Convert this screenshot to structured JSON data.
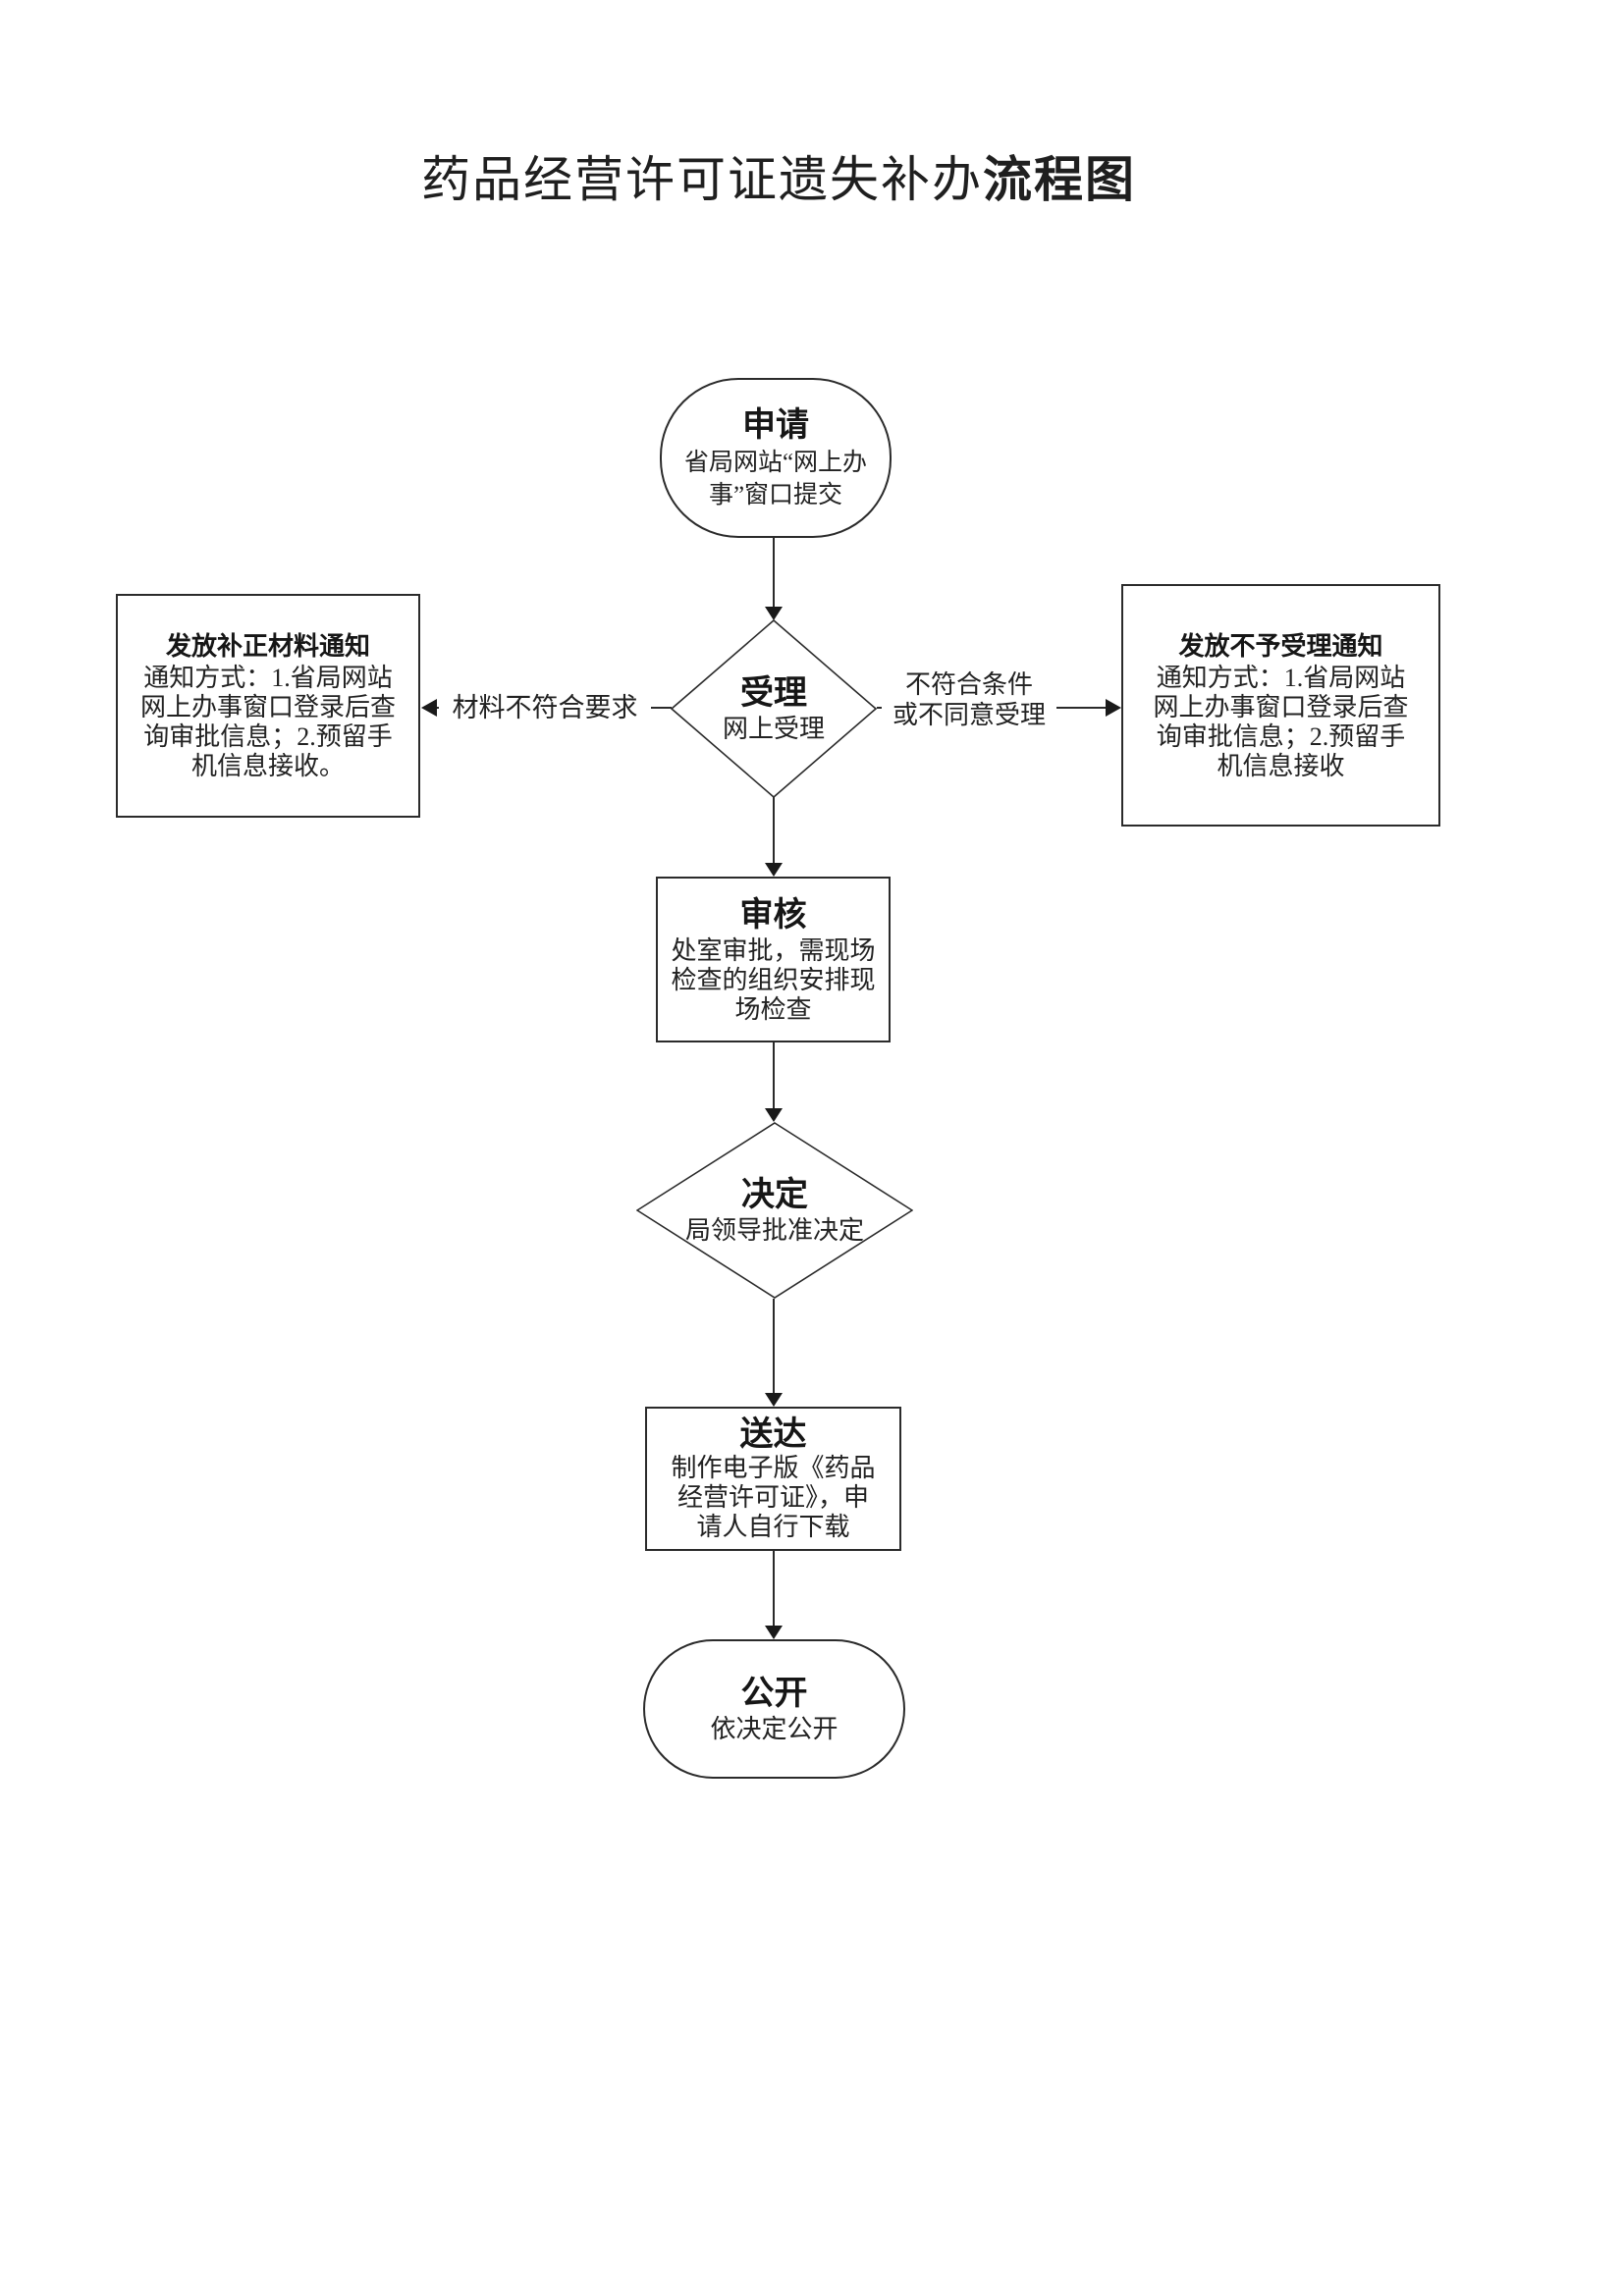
{
  "title": {
    "prefix": "药品经营许可证遗失补办",
    "suffix_bold": "流程图"
  },
  "nodes": {
    "apply": {
      "title": "申请",
      "body": "省局网站“网上办事”窗口提交"
    },
    "accept": {
      "title": "受理",
      "body": "网上受理"
    },
    "correction_notice": {
      "title": "发放补正材料通知",
      "body": "通知方式：1.省局网站网上办事窗口登录后查询审批信息；2.预留手机信息接收。"
    },
    "rejection_notice": {
      "title": "发放不予受理通知",
      "body": "通知方式：1.省局网站网上办事窗口登录后查询审批信息；2.预留手机信息接收"
    },
    "review": {
      "title": "审核",
      "body": "处室审批，需现场检查的组织安排现场检查"
    },
    "decision": {
      "title": "决定",
      "body": "局领导批准决定"
    },
    "delivery": {
      "title": "送达",
      "body": "制作电子版《药品经营许可证》，申请人自行下载"
    },
    "publish": {
      "title": "公开",
      "body": "依决定公开"
    }
  },
  "edges": {
    "to_correction_label": "材料不符合要求",
    "to_rejection_label_line1": "不符合条件",
    "to_rejection_label_line2": "或不同意受理"
  },
  "colors": {
    "ink": "#1a1a1a",
    "background": "#ffffff"
  }
}
